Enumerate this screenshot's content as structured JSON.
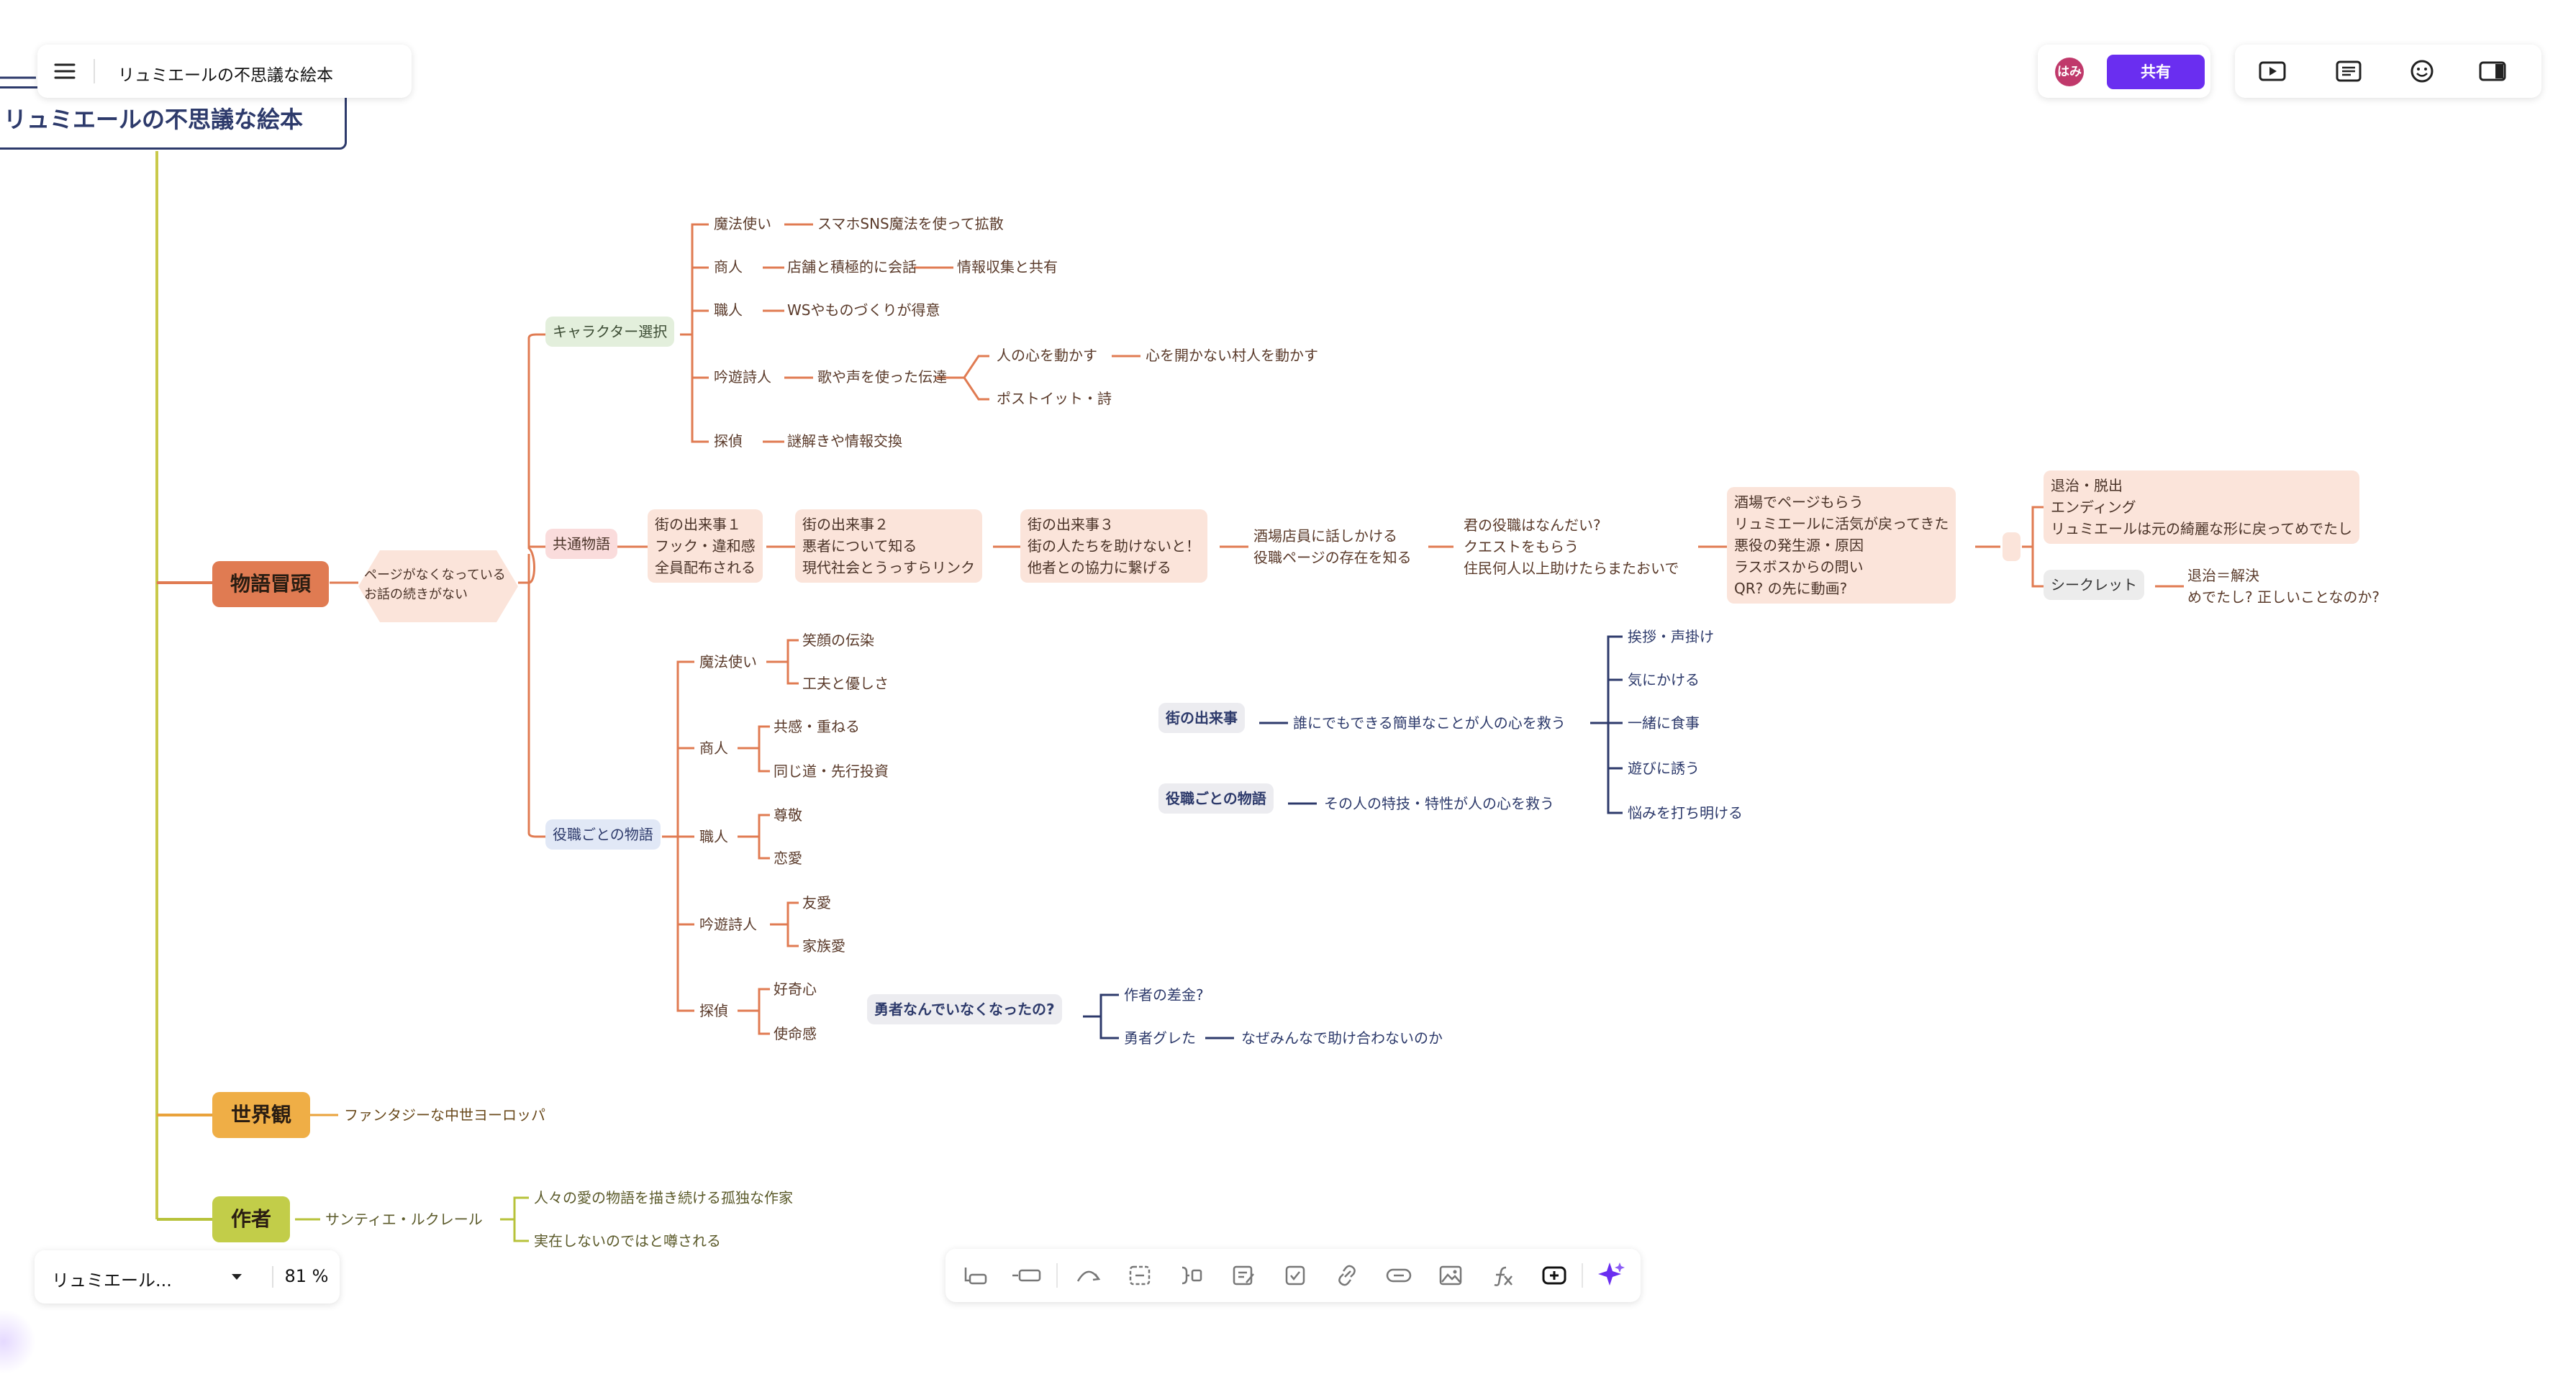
{
  "app": {
    "title": "リュミエールの不思議な絵本",
    "share_label": "共有",
    "avatar_initials": "はみ",
    "avatar_color": "#c0396b",
    "accent_color": "#6a2ef0",
    "bottom_doc_name": "リュミエール...",
    "zoom": "81 %"
  },
  "top_right_icons": [
    "present-icon",
    "outline-icon",
    "emoji-icon",
    "sidebar-toggle-icon"
  ],
  "bottom_toolbar_icons": [
    "add-child-node-icon",
    "add-sibling-node-icon",
    "connection-icon",
    "boundary-icon",
    "summary-icon",
    "note-icon",
    "task-icon",
    "link-icon",
    "hyperlink-icon",
    "image-icon",
    "formula-icon",
    "insert-icon",
    "ai-sparkle-icon"
  ],
  "mindmap": {
    "root": "リュミエールの不思議な絵本",
    "topics": {
      "story_opening": "物語冒頭",
      "world": "世界観",
      "author": "作者"
    },
    "hexagon": "ページがなくなっている\nお話の続きがない",
    "character_select": {
      "label": "キャラクター選択",
      "items": [
        {
          "role": "魔法使い",
          "a": "スマホSNS魔法を使って拡散"
        },
        {
          "role": "商人",
          "a": "店舗と積極的に会話",
          "b": "情報収集と共有"
        },
        {
          "role": "職人",
          "a": "WSやものづくりが得意"
        },
        {
          "role": "吟遊詩人",
          "a": "歌や声を使った伝達",
          "b1": "人の心を動かす",
          "b1c": "心を開かない村人を動かす",
          "b2": "ポストイット・詩"
        },
        {
          "role": "探偵",
          "a": "謎解きや情報交換"
        }
      ]
    },
    "common": {
      "label": "共通物語",
      "event1": "街の出来事１\nフック・違和感\n全員配布される",
      "event2": "街の出来事２\n悪者について知る\n現代社会とうっすらリンク",
      "event3": "街の出来事３\n街の人たちを助けないと！\n他者との協力に繋げる",
      "tavern": "酒場店員に話しかける\n役職ページの存在を知る",
      "question": "君の役職はなんだい?\nクエストをもらう\n住民何人以上助けたらまたおいで",
      "page": "酒場でページもらう\nリュミエールに活気が戻ってきた\n悪役の発生源・原因\nラスボスからの問い\nQR? の先に動画?",
      "ending": "退治・脱出\nエンディング\nリュミエールは元の綺麗な形に戻ってめでたし",
      "secret": "シークレット",
      "secret_note": "退治＝解決\nめでたし? 正しいことなのか?"
    },
    "role_story": {
      "label": "役職ごとの物語",
      "roles": [
        {
          "role": "魔法使い",
          "a": "笑顔の伝染",
          "b": "工夫と優しさ"
        },
        {
          "role": "商人",
          "a": "共感・重ねる",
          "b": "同じ道・先行投資"
        },
        {
          "role": "職人",
          "a": "尊敬",
          "b": "恋愛"
        },
        {
          "role": "吟遊詩人",
          "a": "友愛",
          "b": "家族愛"
        },
        {
          "role": "探偵",
          "a": "好奇心",
          "b": "使命感"
        }
      ]
    },
    "hero": {
      "label": "勇者なんでいなくなったの?",
      "a": "作者の差金?",
      "b": "勇者グレた",
      "bc": "なぜみんなで助け合わないのか"
    },
    "floating": {
      "town_event": "街の出来事",
      "town_event_text": "誰にでもできる簡単なことが人の心を救う",
      "actions": [
        "挨拶・声掛け",
        "気にかける",
        "一緒に食事",
        "遊びに誘う",
        "悩みを打ち明ける"
      ],
      "role_story": "役職ごとの物語",
      "role_story_text": "その人の特技・特性が人の心を救う"
    },
    "world_text": "ファンタジーな中世ヨーロッパ",
    "author_name": "サンティエ・ルクレール",
    "author_notes": [
      "人々の愛の物語を描き続ける孤独な作家",
      "実在しないのではと噂される"
    ]
  }
}
